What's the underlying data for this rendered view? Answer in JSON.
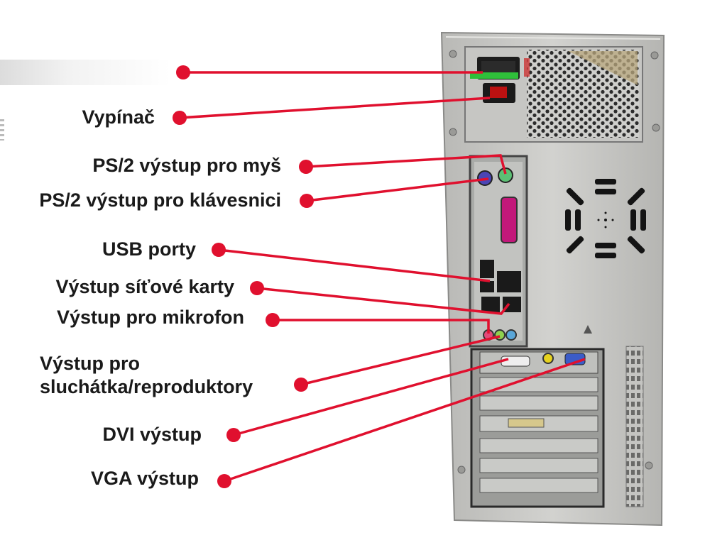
{
  "colors": {
    "leader": "#e0102e",
    "case": "#c9c9c6",
    "case_dark": "#8d8d8a",
    "text": "#1a1a1a"
  },
  "labels": {
    "power_switch": "Vypínač",
    "ps2_mouse": "PS/2 výstup pro myš",
    "ps2_keyboard": "PS/2 výstup pro klávesnici",
    "usb": "USB porty",
    "network": "Výstup síťové karty",
    "microphone": "Výstup pro mikrofon",
    "headphones_line1": "Výstup pro",
    "headphones_line2": "sluchátka/reproduktory",
    "dvi": "DVI výstup",
    "vga": "VGA výstup"
  }
}
